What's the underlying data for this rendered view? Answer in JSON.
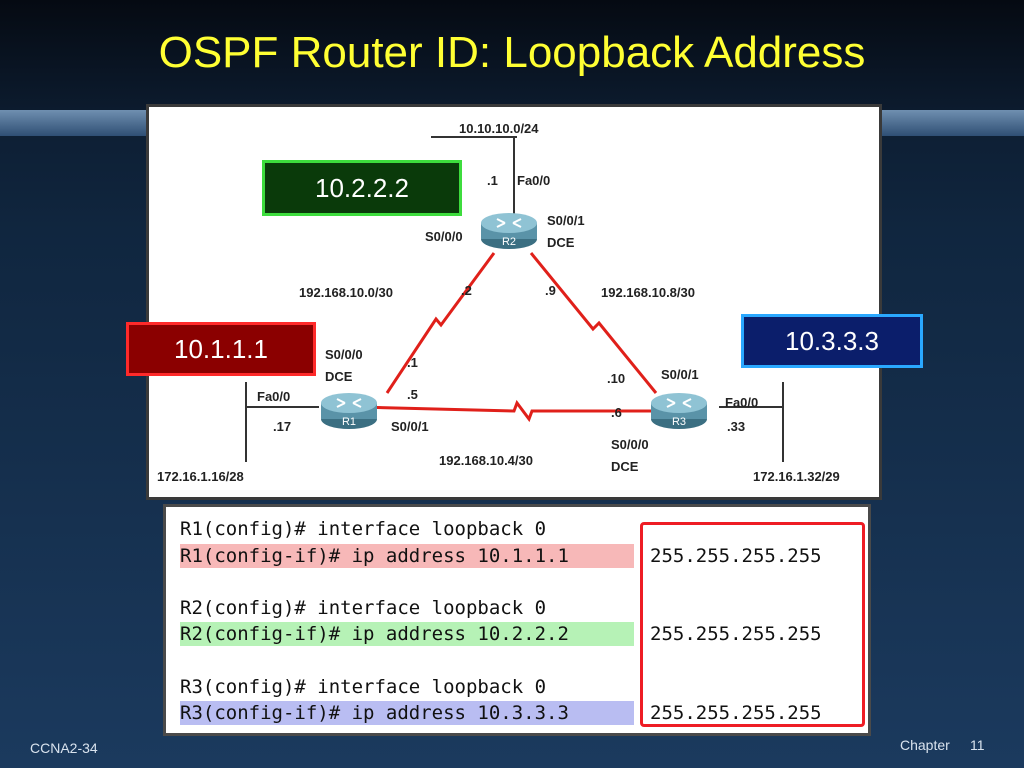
{
  "slide": {
    "title": "OSPF Router ID: Loopback Address",
    "footer_left": "CCNA2-34",
    "footer_chapter": "Chapter",
    "footer_number": "11"
  },
  "topology": {
    "routers": [
      {
        "name": "R1",
        "router_id": "10.1.1.1"
      },
      {
        "name": "R2",
        "router_id": "10.2.2.2"
      },
      {
        "name": "R3",
        "router_id": "10.3.3.3"
      }
    ],
    "lan_r2": {
      "network": "10.10.10.0/24",
      "host": ".1",
      "iface": "Fa0/0"
    },
    "lan_r1": {
      "network": "172.16.1.16/28",
      "iface": "Fa0/0",
      "host": ".17"
    },
    "lan_r3": {
      "network": "172.16.1.32/29",
      "iface": "Fa0/0",
      "host": ".33"
    },
    "link_r1_r2": {
      "network": "192.168.10.0/30",
      "r1_iface": "S0/0/0",
      "r1_dce": "DCE",
      "r1_host": ".1",
      "r2_iface": "S0/0/0",
      "r2_host": ".2"
    },
    "link_r2_r3": {
      "network": "192.168.10.8/30",
      "r2_iface": "S0/0/1",
      "r2_dce": "DCE",
      "r2_host": ".9",
      "r3_iface": "S0/0/1",
      "r3_host": ".10"
    },
    "link_r1_r3": {
      "network": "192.168.10.4/30",
      "r1_iface": "S0/0/1",
      "r1_host": ".5",
      "r3_iface": "S0/0/0",
      "r3_dce": "DCE",
      "r3_host": ".6"
    }
  },
  "config": {
    "lines": [
      "R1(config)# interface loopback 0",
      "R1(config-if)# ip address 10.1.1.1",
      "R2(config)# interface loopback 0",
      "R2(config-if)# ip address 10.2.2.2",
      "R3(config)# interface loopback 0",
      "R3(config-if)# ip address 10.3.3.3"
    ],
    "masks": [
      "255.255.255.255",
      "255.255.255.255",
      "255.255.255.255"
    ],
    "highlight_colors": {
      "r1": "#f7b8b8",
      "r2": "#b6f2b6",
      "r3": "#b9bdf2"
    }
  }
}
